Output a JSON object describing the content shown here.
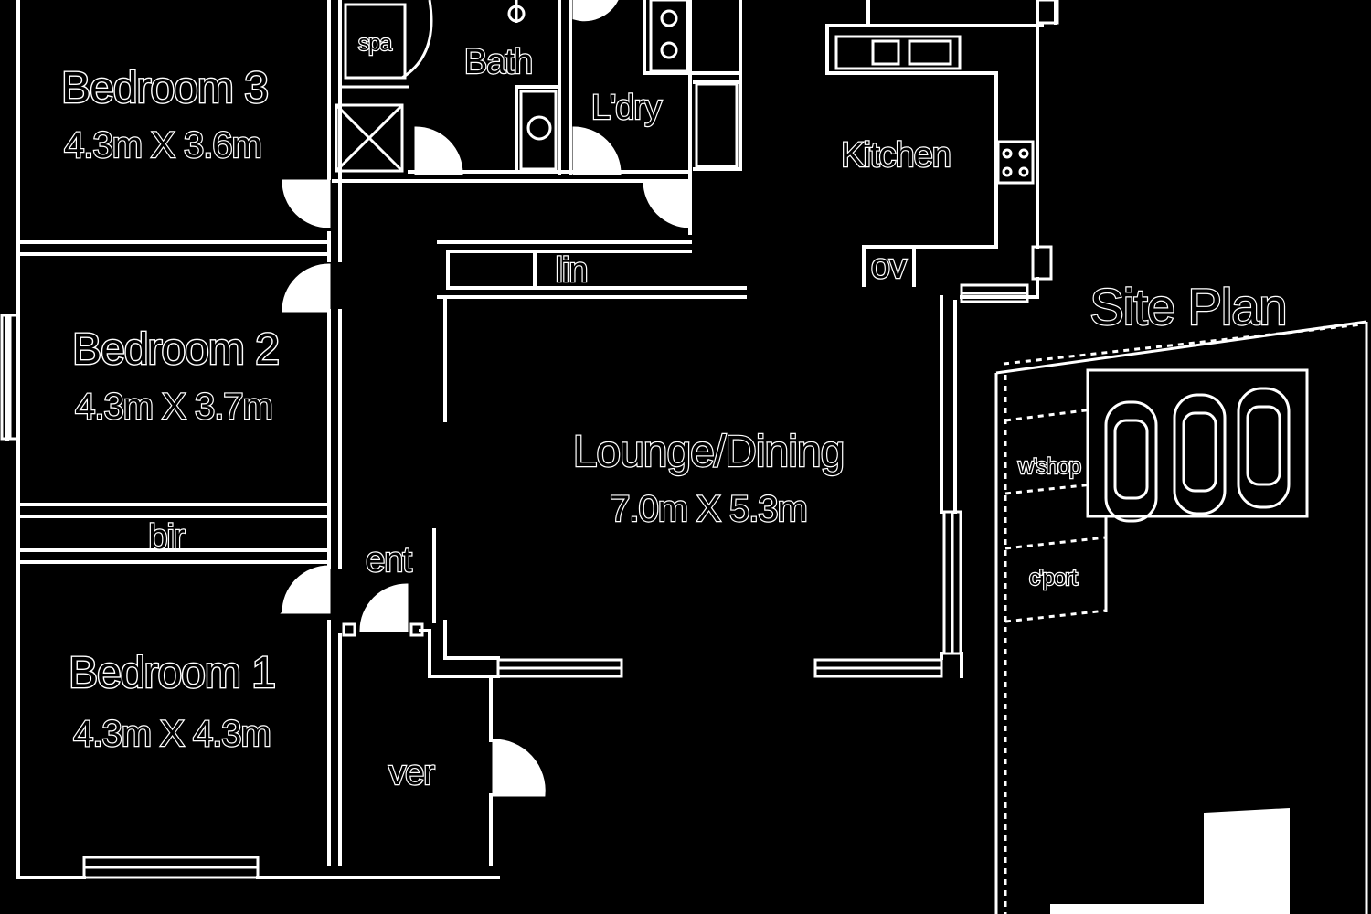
{
  "rooms": {
    "bedroom3": {
      "name": "Bedroom 3",
      "size": "4.3m X 3.6m"
    },
    "bedroom2": {
      "name": "Bedroom 2",
      "size": "4.3m X 3.7m"
    },
    "bedroom1": {
      "name": "Bedroom 1",
      "size": "4.3m X 4.3m"
    },
    "lounge": {
      "name": "Lounge/Dining",
      "size": "7.0m X 5.3m"
    },
    "kitchen": {
      "name": "Kitchen"
    },
    "bath": {
      "name": "Bath"
    },
    "laundry": {
      "name": "L'dry"
    }
  },
  "labels": {
    "spa": "spa",
    "lin": "lin",
    "ov": "ov",
    "bir": "bir",
    "ent": "ent",
    "ver": "ver"
  },
  "site_plan": {
    "title": "Site Plan",
    "wshop": "w'shop",
    "cport": "c'port"
  }
}
